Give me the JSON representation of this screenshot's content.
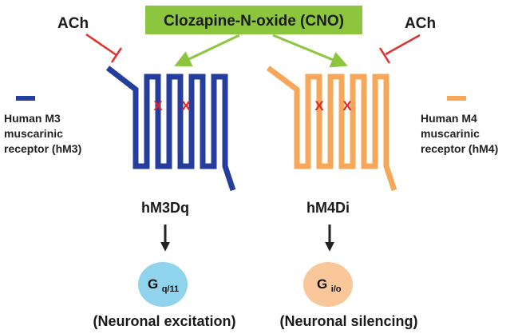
{
  "ligand": {
    "label": "Clozapine-N-oxide (CNO)",
    "box_color": "#8cc63f"
  },
  "antagonist": {
    "left_label": "ACh",
    "right_label": "ACh",
    "color": "#e03030"
  },
  "receptors": {
    "left": {
      "legend": [
        "Human M3",
        "muscarinic",
        "receptor (hM3)"
      ],
      "name": "hM3Dq",
      "color": "#253d9c",
      "mutation_marks": [
        "X",
        "X"
      ],
      "g_protein": {
        "main": "G",
        "sub": "q/11",
        "color": "#8fd3ec"
      },
      "outcome": "(Neuronal excitation)"
    },
    "right": {
      "legend": [
        "Human M4",
        "muscarinic",
        "receptor (hM4)"
      ],
      "name": "hM4Di",
      "color": "#f7a75a",
      "mutation_marks": [
        "X",
        "X"
      ],
      "g_protein": {
        "main": "G",
        "sub": "i/o",
        "color": "#f9c79a"
      },
      "outcome": "(Neuronal silencing)"
    }
  },
  "colors": {
    "arrow_green": "#8cc63f",
    "mutation_red": "#e52525",
    "down_arrow": "#222222"
  }
}
